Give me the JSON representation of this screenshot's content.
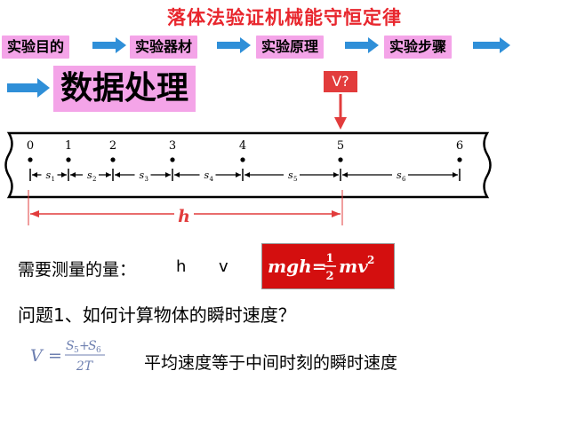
{
  "title": "落体法验证机械能守恒定律",
  "steps": [
    "实验目的",
    "实验器材",
    "实验原理",
    "实验步骤"
  ],
  "section_title": "数据处理",
  "v_marker": "V?",
  "tape": {
    "point_labels": [
      "0",
      "1",
      "2",
      "3",
      "4",
      "5",
      "6"
    ],
    "segment_labels": [
      "s",
      "s",
      "s",
      "s",
      "s",
      "s"
    ],
    "segment_subscripts": [
      "1",
      "2",
      "3",
      "4",
      "5",
      "6"
    ],
    "h_label": "h"
  },
  "measure": {
    "label": "需要测量的量：",
    "h": "h",
    "v": "v"
  },
  "energy_formula": {
    "lhs": "mgh",
    "eq": "=",
    "num": "1",
    "den": "2",
    "rhs": "mv",
    "exp": "2"
  },
  "question": "问题1、如何计算物体的瞬时速度？",
  "velocity_formula": {
    "lhs": "V",
    "eq": "=",
    "num": "S",
    "num_sub_a": "5",
    "plus": "+",
    "num_b": "S",
    "num_sub_b": "6",
    "den": "2T"
  },
  "answer": "平均速度等于中间时刻的瞬时速度",
  "colors": {
    "title": "#e8262d",
    "step_bg": "#f4a4e8",
    "arrow": "#2f8fd8",
    "marker": "#e23c3c",
    "formula_bg": "#d40f0f",
    "h_line": "#e23c3c"
  }
}
